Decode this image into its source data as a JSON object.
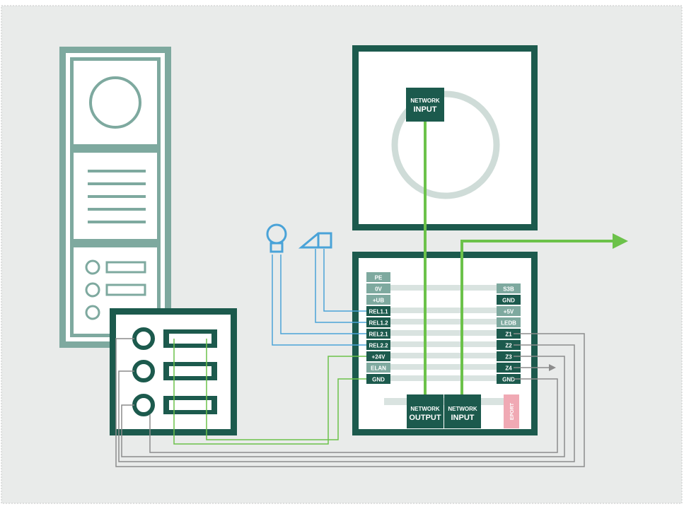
{
  "colors": {
    "panel_bg": "#e9ebea",
    "dark_teal": "#1c5a4d",
    "light_teal": "#7ea99f",
    "green_wire": "#6cc24a",
    "blue_wire": "#4aa3d8",
    "grey_wire": "#8c8c8c",
    "pink_label": "#f0a9b4",
    "faint_circle": "#cfdcd8"
  },
  "camera_module": {
    "network_input_line1": "NETWORK",
    "network_input_line2": "INPUT"
  },
  "controller": {
    "left_terminals": [
      "PE",
      "0V",
      "+UB",
      "REL1.1",
      "REL1.2",
      "REL2.1",
      "REL2.2",
      "+24V",
      "ELAN",
      "GND"
    ],
    "right_terminals": [
      "S3B",
      "GND",
      "+5V",
      "LEDB",
      "Z1",
      "Z2",
      "Z3",
      "Z4",
      "GND"
    ],
    "network_output_line1": "NETWORK",
    "network_output_line2": "OUTPUT",
    "network_input_line1": "NETWORK",
    "network_input_line2": "INPUT",
    "eport_label": "EPORT"
  },
  "icons": [
    "doorbell-icon",
    "door-opener-icon",
    "output-arrow-icon"
  ]
}
